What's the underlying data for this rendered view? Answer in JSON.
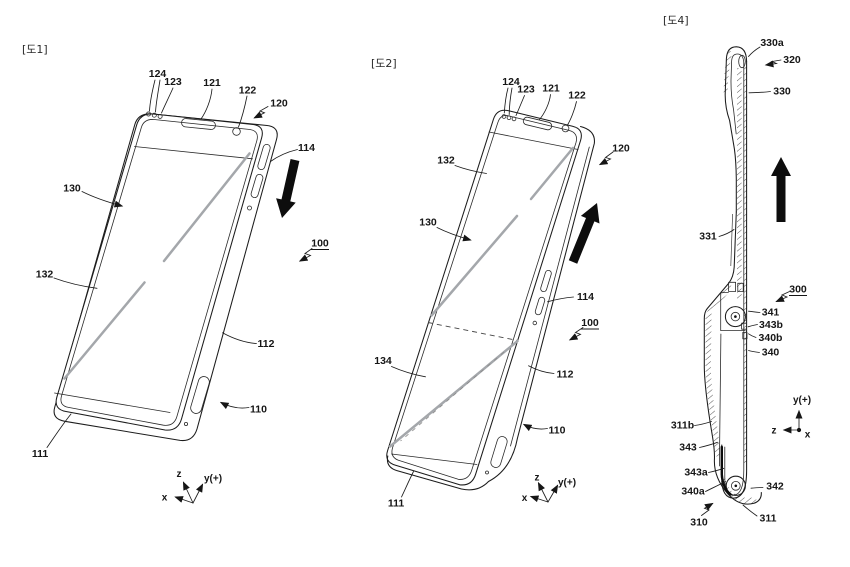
{
  "colors": {
    "background": "#ffffff",
    "ink": "#1c1c1c",
    "streak": "#a4a7ab",
    "arrow": "#0d0d0d"
  },
  "fig1": {
    "tag": "[도1]",
    "labels": [
      "124",
      "123",
      "121",
      "122",
      "120",
      "114",
      "130",
      "132",
      "112",
      "110",
      "111",
      "100"
    ],
    "axis": {
      "up": "z",
      "right": "y(+)",
      "left": "x"
    }
  },
  "fig2": {
    "tag": "[도2]",
    "labels": [
      "124",
      "123",
      "121",
      "122",
      "120",
      "132",
      "130",
      "114",
      "100",
      "134",
      "112",
      "110",
      "111"
    ],
    "axis": {
      "up": "z",
      "right": "y(+)",
      "left": "x"
    }
  },
  "fig4": {
    "tag": "[도4]",
    "labels": [
      "330a",
      "320",
      "330",
      "331",
      "300",
      "341",
      "343b",
      "340b",
      "340",
      "311b",
      "343",
      "343a",
      "340a",
      "310",
      "311",
      "342"
    ],
    "axis": {
      "up": "y(+)",
      "left": "z",
      "out": "x"
    }
  }
}
